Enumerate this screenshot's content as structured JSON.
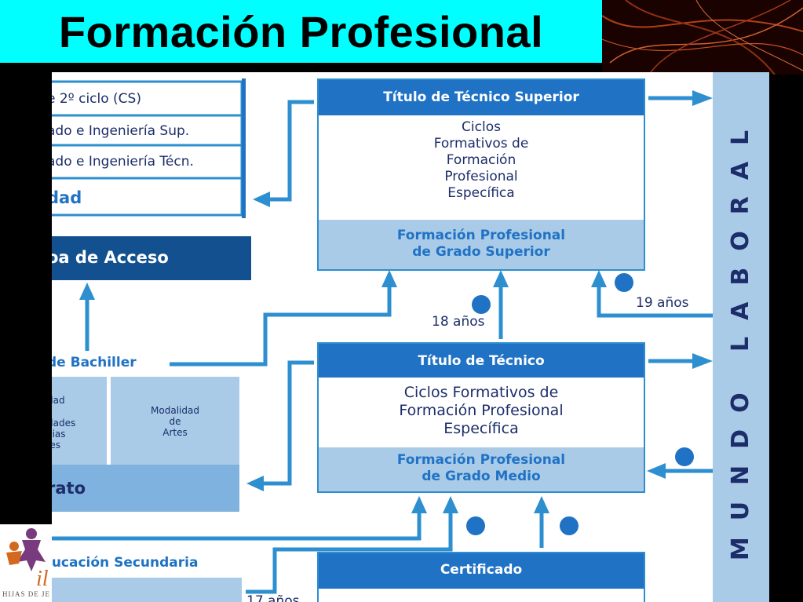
{
  "slide": {
    "title": "Formación Profesional",
    "left_text": {
      "line1": "e 2º ciclo (CS)",
      "line2": "ado e Ingeniería Sup.",
      "line3": "ado e Ingeniería Técn.",
      "line4": "dad",
      "access": "oa de Acceso",
      "bachiller": "de Bachiller",
      "mod1_a": "dad",
      "mod1_b": "dades",
      "mod1_c": "cias",
      "mod1_d": "les",
      "mod2": "Modalidad\nde\nArtes",
      "bachillerato": "rato",
      "secundaria": "lucación Secundaria"
    },
    "superior": {
      "header": "Título de Técnico Superior",
      "middle": "Ciclos\nFormativos de\nFormación\nProfesional\nEspecífica",
      "bottom": "Formación Profesional\nde Grado Superior"
    },
    "tecnico": {
      "header": "Título de Técnico",
      "middle": "Ciclos Formativos de\nFormación Profesional\nEspecífica",
      "bottom": "Formación Profesional\nde Grado Medio"
    },
    "certificado": {
      "header": "Certificado"
    },
    "labels": {
      "age_18": "18 años",
      "age_19": "19 años",
      "age_17": "17 años"
    },
    "mundo_laboral": "MUNDO LABORAL",
    "logo_caption": "HIJAS DE JE"
  }
}
